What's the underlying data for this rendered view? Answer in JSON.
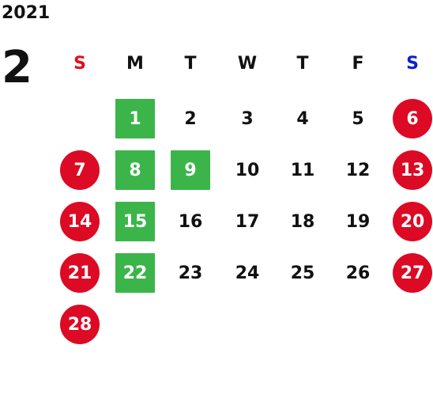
{
  "calendar": {
    "year": "2021",
    "month": "2",
    "weekdays": [
      {
        "label": "S",
        "color": "#e0101e"
      },
      {
        "label": "M",
        "color": "#111111"
      },
      {
        "label": "T",
        "color": "#111111"
      },
      {
        "label": "W",
        "color": "#111111"
      },
      {
        "label": "T",
        "color": "#111111"
      },
      {
        "label": "F",
        "color": "#111111"
      },
      {
        "label": "S",
        "color": "#0a1ed2"
      }
    ],
    "first_weekday_index": 1,
    "days": [
      {
        "day": "1",
        "style": "marked"
      },
      {
        "day": "2",
        "style": "normal"
      },
      {
        "day": "3",
        "style": "normal"
      },
      {
        "day": "4",
        "style": "normal"
      },
      {
        "day": "5",
        "style": "normal"
      },
      {
        "day": "6",
        "style": "holiday"
      },
      {
        "day": "7",
        "style": "holiday"
      },
      {
        "day": "8",
        "style": "marked"
      },
      {
        "day": "9",
        "style": "marked"
      },
      {
        "day": "10",
        "style": "normal"
      },
      {
        "day": "11",
        "style": "normal"
      },
      {
        "day": "12",
        "style": "normal"
      },
      {
        "day": "13",
        "style": "holiday"
      },
      {
        "day": "14",
        "style": "holiday"
      },
      {
        "day": "15",
        "style": "marked"
      },
      {
        "day": "16",
        "style": "normal"
      },
      {
        "day": "17",
        "style": "normal"
      },
      {
        "day": "18",
        "style": "normal"
      },
      {
        "day": "19",
        "style": "normal"
      },
      {
        "day": "20",
        "style": "holiday"
      },
      {
        "day": "21",
        "style": "holiday"
      },
      {
        "day": "22",
        "style": "marked"
      },
      {
        "day": "23",
        "style": "normal"
      },
      {
        "day": "24",
        "style": "normal"
      },
      {
        "day": "25",
        "style": "normal"
      },
      {
        "day": "26",
        "style": "normal"
      },
      {
        "day": "27",
        "style": "holiday"
      },
      {
        "day": "28",
        "style": "holiday"
      }
    ],
    "colors": {
      "holiday": "#dc0a24",
      "marked": "#3bb54a",
      "sunday_header": "#e0101e",
      "saturday_header": "#0a1ed2"
    }
  }
}
